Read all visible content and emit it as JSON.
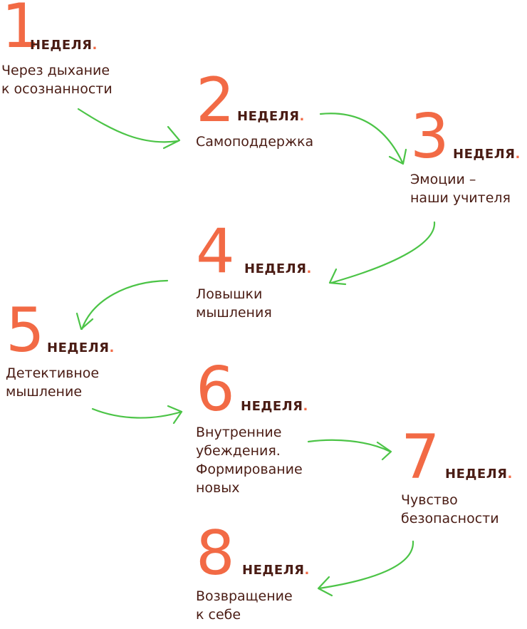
{
  "colors": {
    "number": "#f26a45",
    "text": "#4a1c14",
    "arrow": "#4cc447"
  },
  "week_label": "НЕДЕЛЯ",
  "week_dot": ".",
  "steps": [
    {
      "number": "1",
      "title_lines": [
        "Через дыхание",
        "к осознанности"
      ]
    },
    {
      "number": "2",
      "title_lines": [
        "Самоподдержка"
      ]
    },
    {
      "number": "3",
      "title_lines": [
        "Эмоции –",
        "наши учителя"
      ]
    },
    {
      "number": "4",
      "title_lines": [
        "Ловышки",
        "мышления"
      ]
    },
    {
      "number": "5",
      "title_lines": [
        "Детективное",
        "мышление"
      ]
    },
    {
      "number": "6",
      "title_lines": [
        "Внутренние",
        "убеждения.",
        "Формирование",
        "новых"
      ]
    },
    {
      "number": "7",
      "title_lines": [
        "Чувство",
        "безопасности"
      ]
    },
    {
      "number": "8",
      "title_lines": [
        "Возвращение",
        "к себе"
      ]
    }
  ]
}
